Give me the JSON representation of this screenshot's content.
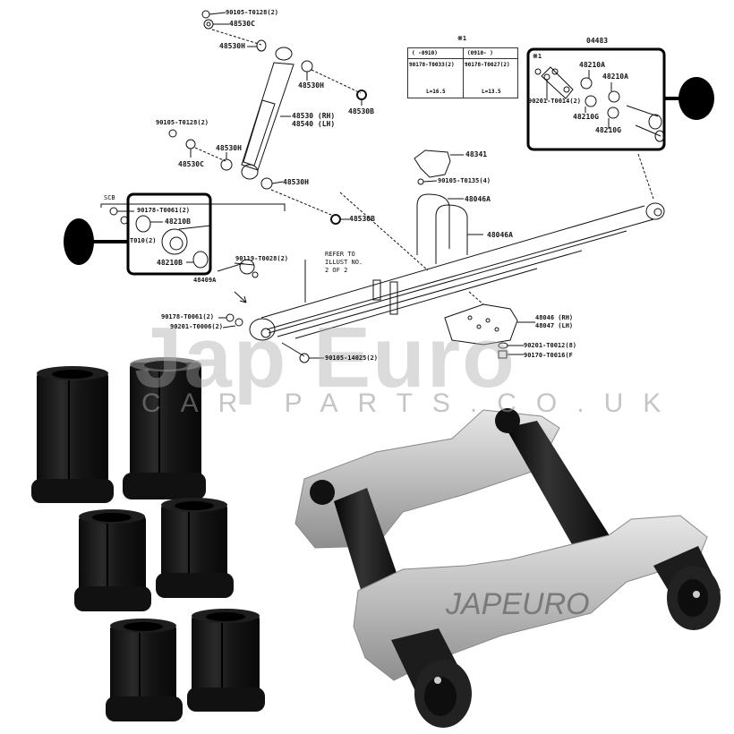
{
  "diagram": {
    "title_code": "04483",
    "note_marker": "※1",
    "note_table": {
      "columns": [
        {
          "range": "(    -0910)",
          "part": "90178-T0033(2)",
          "length": "L=16.5"
        },
        {
          "range": "(0910-    )",
          "part": "90178-T0027(2)",
          "length": "L=13.5"
        }
      ]
    },
    "callouts": {
      "bolt_top": "90105-T0128(2)",
      "washer_top": "48530C",
      "bush_top_left": "48530H",
      "bush_top_right": "48530H",
      "washer_top_right": "48530B",
      "shock_absorber_rh": "48530 (RH)",
      "shock_absorber_lh": "48540 (LH)",
      "bolt_mid": "90105-T0128(2)",
      "washer_mid": "48530C",
      "bush_mid_left": "48530H",
      "bush_mid_right": "48530H",
      "washer_mid_right": "48530B",
      "bumper": "48341",
      "bumper_bolt": "90105-T0135(4)",
      "u_bolt_1": "48046A",
      "u_bolt_2": "48046A",
      "scb_label": "SCB",
      "front_nut": "90178-T0061(2)",
      "front_bush_upper": "48210B",
      "front_washer": "T010(2)",
      "front_bush_lower": "48210B",
      "front_pin_bolt": "90119-T0028(2)",
      "front_pin": "48409A",
      "refer_note_1": "REFER TO",
      "refer_note_2": "ILLUST NO.",
      "refer_note_3": "2 OF 2",
      "eye_nut": "90178-T0061(2)",
      "eye_washer": "90201-T0006(2)",
      "eye_bolt": "90105-14025(2)",
      "spring_seat_rh": "48046 (RH)",
      "spring_seat_lh": "48047 (LH)",
      "seat_washer": "90201-T0012(8)",
      "seat_nut": "90170-T0016(F",
      "shackle_washer": "90201-T0014(2)",
      "shackle_bush_a1": "48210A",
      "shackle_bush_a2": "48210A",
      "shackle_bush_g1": "48210G",
      "shackle_bush_g2": "48210G"
    }
  },
  "watermark": {
    "brand": "Jap Euro",
    "site": "CAR PARTS.CO.UK",
    "product_stamp": "JAPEURO"
  },
  "colors": {
    "line": "#111111",
    "rubber": "#1a1a1a",
    "metal": "#c8c8c8",
    "marker": "#000000"
  }
}
